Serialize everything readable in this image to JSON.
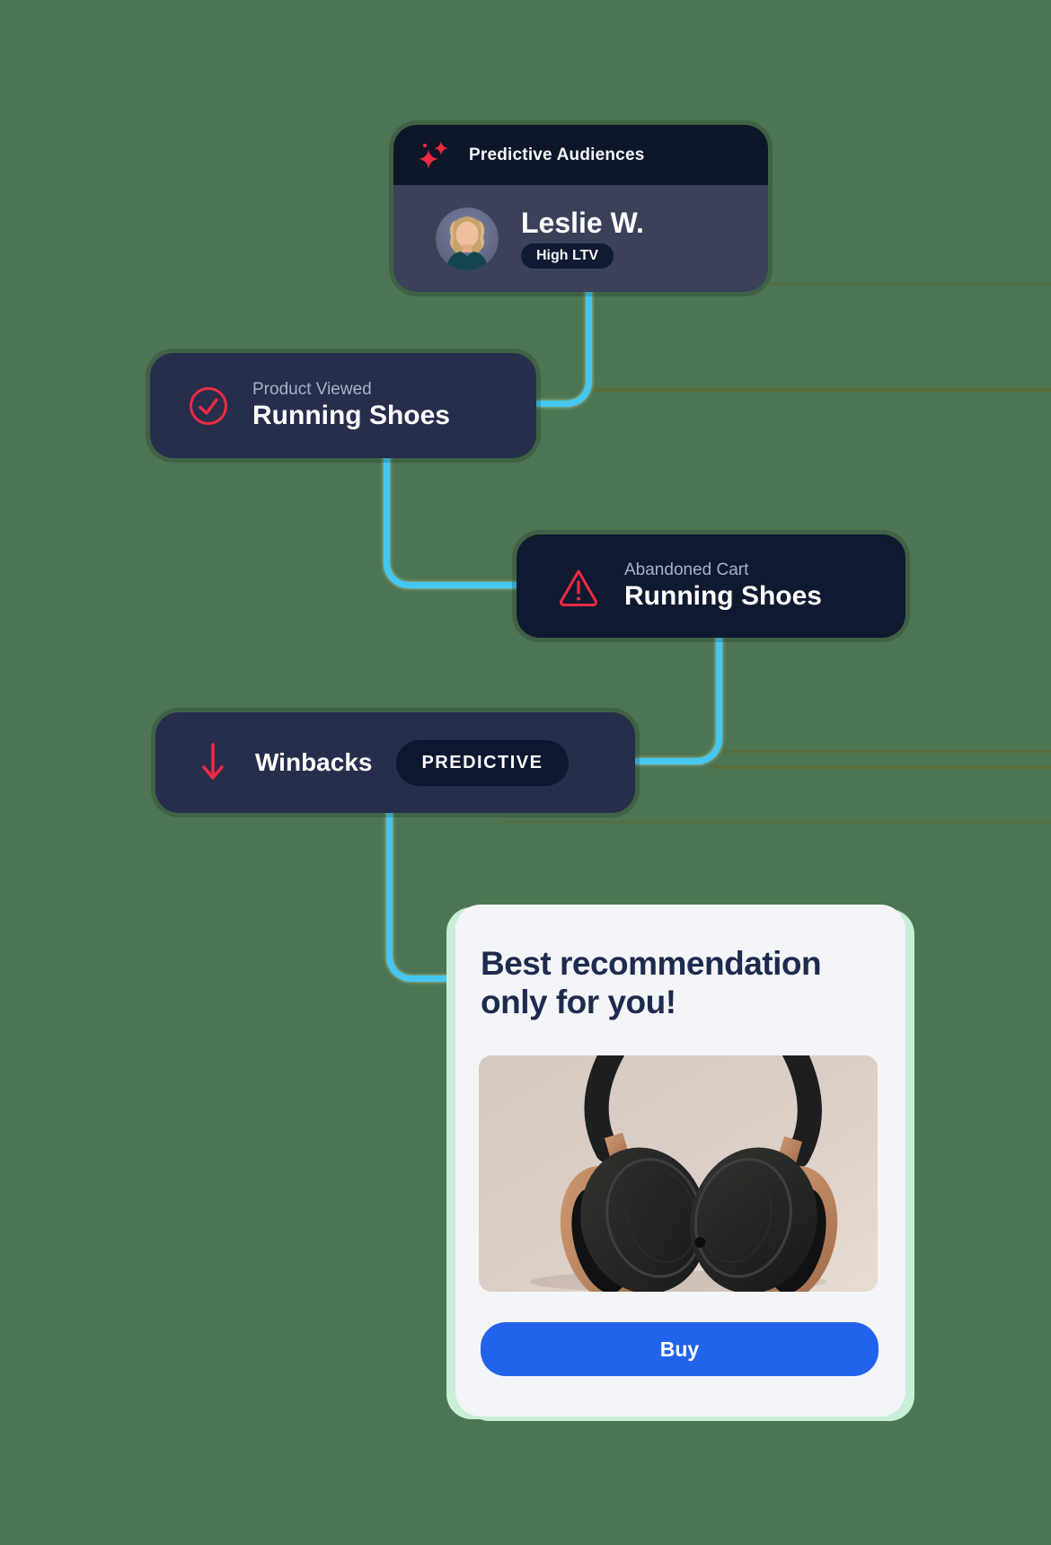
{
  "background": {
    "color": "#4d7453"
  },
  "colors": {
    "accent_red": "#ee2b43",
    "connector_cyan": "#45c7f2",
    "navy_dark": "#0d1729",
    "navy_mid": "#272e4c",
    "navy_body": "#3a4159",
    "buy_blue": "#2263ec",
    "mint_glow": "#c9eed6",
    "card_white": "#f3f5f9"
  },
  "audience_card": {
    "header_icon": "sparkles-icon",
    "header_label": "Predictive Audiences",
    "name": "Leslie W.",
    "badge": "High LTV"
  },
  "product_viewed_card": {
    "icon": "check-circle-icon",
    "subtitle": "Product Viewed",
    "title": "Running Shoes"
  },
  "abandoned_cart_card": {
    "icon": "warning-triangle-icon",
    "subtitle": "Abandoned Cart",
    "title": "Running Shoes"
  },
  "winbacks_card": {
    "icon": "arrow-down-icon",
    "title": "Winbacks",
    "badge": "PREDICTIVE"
  },
  "recommendation_card": {
    "heading": "Best recommendation only for you!",
    "image": "headphones-product-photo",
    "buy_label": "Buy"
  }
}
